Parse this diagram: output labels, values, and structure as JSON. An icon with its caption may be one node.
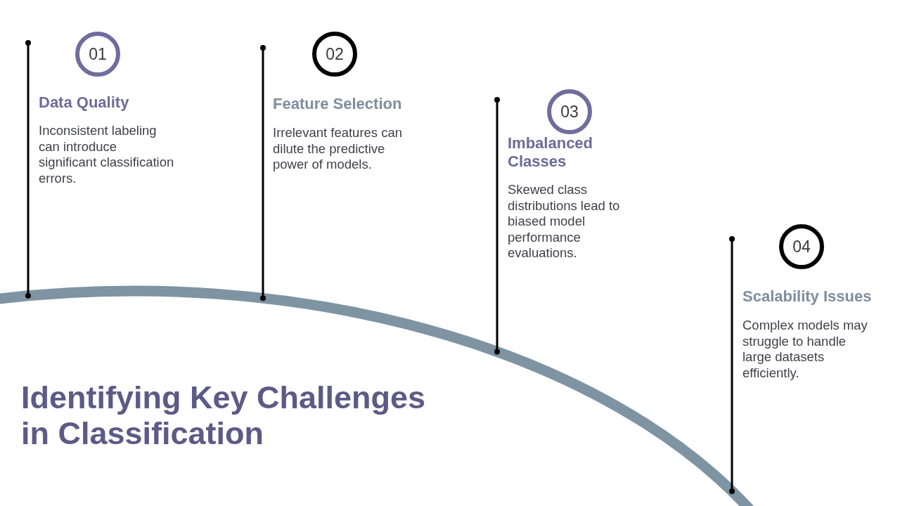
{
  "diagram": {
    "title": "Identifying Key Challenges in Classification",
    "nodes": [
      {
        "text": [
          "01"
        ],
        "beside": [
          "Data Quality",
          "Inconsistent labeling can introduce significant classification errors."
        ]
      },
      {
        "text": [
          "02"
        ],
        "beside": [
          "Feature Selection",
          "Irrelevant features can dilute the predictive power of models."
        ]
      },
      {
        "text": [
          "03"
        ],
        "beside": [
          "Imbalanced Classes",
          "Skewed class distributions lead to biased model performance evaluations."
        ]
      },
      {
        "text": [
          "04"
        ],
        "beside": [
          "Scalability Issues",
          "Complex models may struggle to handle large datasets efficiently."
        ]
      }
    ]
  }
}
